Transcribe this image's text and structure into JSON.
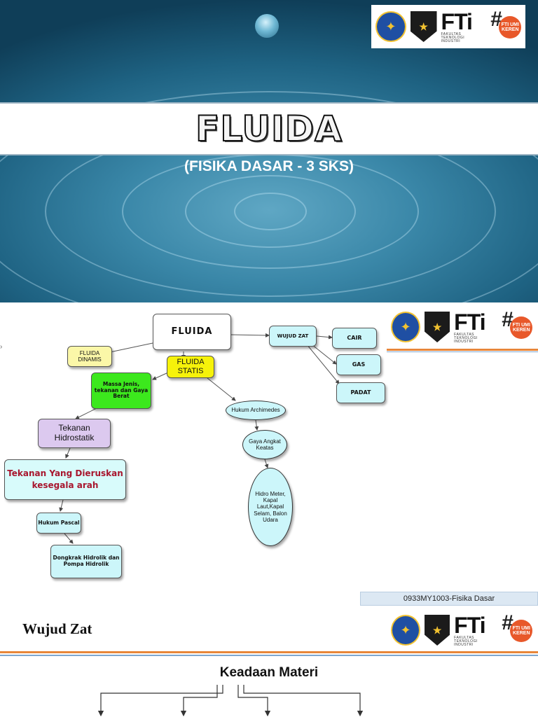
{
  "slide1": {
    "title": "FLUIDA",
    "subtitle": "(FISIKA DASAR - 3 SKS)"
  },
  "logos": {
    "fti_text": "FTi",
    "fti_caption": "TEKNOLOGI INDUSTRI",
    "fti_faculty": "FAKULTAS",
    "hashtag_badge": "FTI UMI KEREN"
  },
  "concept_map": {
    "fluida": "FLUIDA",
    "wujud_zat": "WUJUD ZAT",
    "cair": "CAIR",
    "gas": "GAS",
    "padat": "PADAT",
    "fluida_dinamis": "FLUIDA DINAMIS",
    "fluida_statis": "FLUIDA STATIS",
    "massa_jenis": "Massa Jenis, tekanan dan Gaya Berat",
    "tekanan_hidrostatik": "Tekanan Hidrostatik",
    "tekanan_yang": "Tekanan Yang Dieruskan kesegala arah",
    "hukum_pascal": "Hukum Pascal",
    "dongkrak": "Dongkrak Hidrolik dan Pompa Hidrolik",
    "hukum_archimedes": "Hukum Archimedes",
    "gaya_angkat": "Gaya Angkat Keatas",
    "hidro_meter": "Hidro Meter, Kapal Laut,Kapal Selam, Balon Udara"
  },
  "slide3": {
    "course_code": "0933MY1003-Fisika Dasar",
    "title": "Wujud Zat",
    "heading": "Keadaan Materi"
  }
}
